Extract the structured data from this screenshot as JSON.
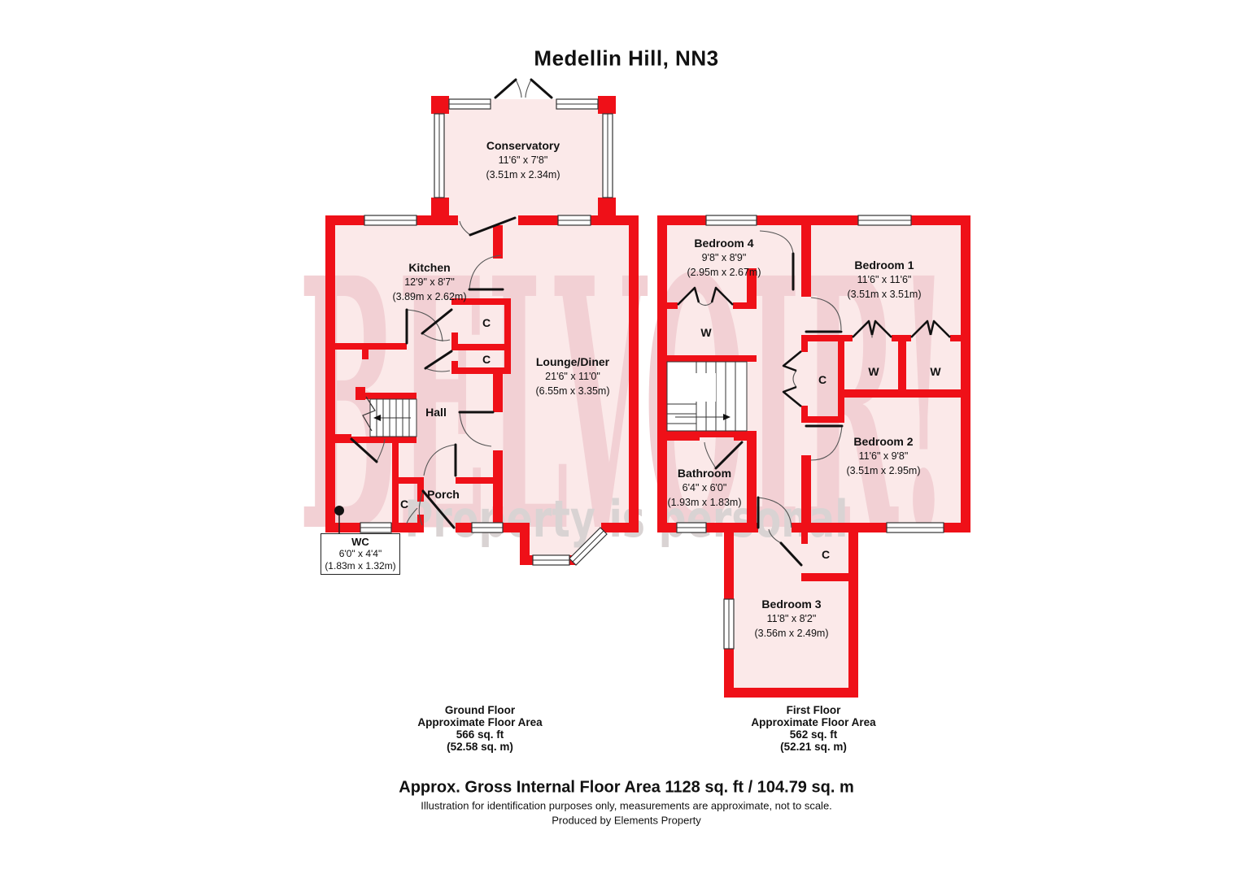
{
  "title": "Medellin Hill, NN3",
  "watermark": {
    "brand": "BELVOIR!",
    "tagline": "Property is personal"
  },
  "colors": {
    "wall": "#EF1018",
    "room_fill": "#FBE9E9",
    "watermark_pink": "#F2D0D4",
    "watermark_gray": "#D9D3D3",
    "line": "#222222"
  },
  "gf": {
    "conservatory": {
      "name": "Conservatory",
      "d1": "11'6\" x 7'8\"",
      "d2": "(3.51m x 2.34m)"
    },
    "kitchen": {
      "name": "Kitchen",
      "d1": "12'9\" x 8'7\"",
      "d2": "(3.89m x 2.62m)"
    },
    "lounge": {
      "name": "Lounge/Diner",
      "d1": "21'6\" x 11'0\"",
      "d2": "(6.55m x 3.35m)"
    },
    "hall": {
      "name": "Hall"
    },
    "porch": {
      "name": "Porch"
    },
    "wc": {
      "name": "WC",
      "d1": "6'0\" x 4'4\"",
      "d2": "(1.83m x 1.32m)"
    },
    "closet": "C"
  },
  "ff": {
    "bed1": {
      "name": "Bedroom 1",
      "d1": "11'6\" x 11'6\"",
      "d2": "(3.51m x 3.51m)"
    },
    "bed2": {
      "name": "Bedroom 2",
      "d1": "11'6\" x 9'8\"",
      "d2": "(3.51m x 2.95m)"
    },
    "bed3": {
      "name": "Bedroom 3",
      "d1": "11'8\" x 8'2\"",
      "d2": "(3.56m x 2.49m)"
    },
    "bed4": {
      "name": "Bedroom 4",
      "d1": "9'8\" x 8'9\"",
      "d2": "(2.95m x 2.67m)"
    },
    "bath": {
      "name": "Bathroom",
      "d1": "6'4\" x 6'0\"",
      "d2": "(1.93m x 1.83m)"
    },
    "wardrobe": "W",
    "closet": "C"
  },
  "gf_footer": {
    "line1": "Ground Floor",
    "line2": "Approximate Floor Area",
    "line3": "566 sq. ft",
    "line4": "(52.58 sq. m)"
  },
  "ff_footer": {
    "line1": "First Floor",
    "line2": "Approximate Floor Area",
    "line3": "562 sq. ft",
    "line4": "(52.21 sq. m)"
  },
  "summary": {
    "gross": "Approx. Gross Internal Floor Area 1128 sq. ft / 104.79 sq. m",
    "disclaimer": "Illustration for identification purposes only, measurements are approximate, not to scale.",
    "producer": "Produced by Elements Property"
  }
}
